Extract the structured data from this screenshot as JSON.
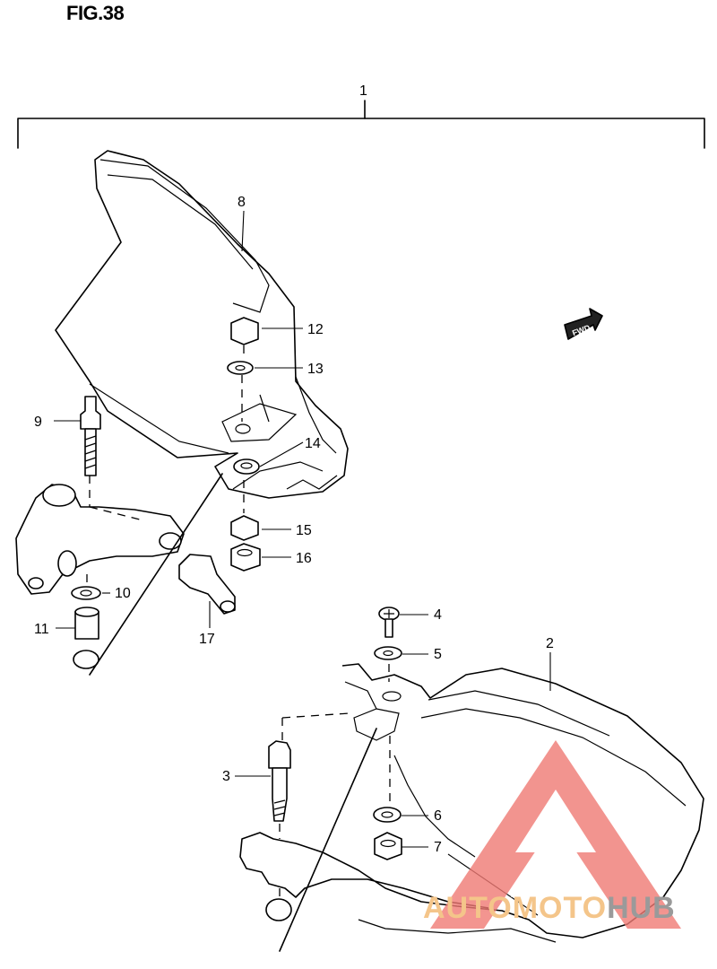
{
  "figure": {
    "title": "FIG.38"
  },
  "fwd_badge": {
    "text": "FWD"
  },
  "callouts": [
    {
      "id": "c1",
      "text": "1"
    },
    {
      "id": "c2",
      "text": "2"
    },
    {
      "id": "c3",
      "text": "3"
    },
    {
      "id": "c4",
      "text": "4"
    },
    {
      "id": "c5",
      "text": "5"
    },
    {
      "id": "c6",
      "text": "6"
    },
    {
      "id": "c7",
      "text": "7"
    },
    {
      "id": "c8",
      "text": "8"
    },
    {
      "id": "c9",
      "text": "9"
    },
    {
      "id": "c10",
      "text": "10"
    },
    {
      "id": "c11",
      "text": "11"
    },
    {
      "id": "c12",
      "text": "12"
    },
    {
      "id": "c13",
      "text": "13"
    },
    {
      "id": "c14",
      "text": "14"
    },
    {
      "id": "c15",
      "text": "15"
    },
    {
      "id": "c16",
      "text": "16"
    },
    {
      "id": "c17",
      "text": "17"
    }
  ],
  "watermark": {
    "part_a": "AUTOMOTO",
    "part_b": "HUB",
    "colors": {
      "triangle": "#f07a74",
      "text_a": "#f4c58a",
      "text_b": "#9a9a9a"
    }
  }
}
